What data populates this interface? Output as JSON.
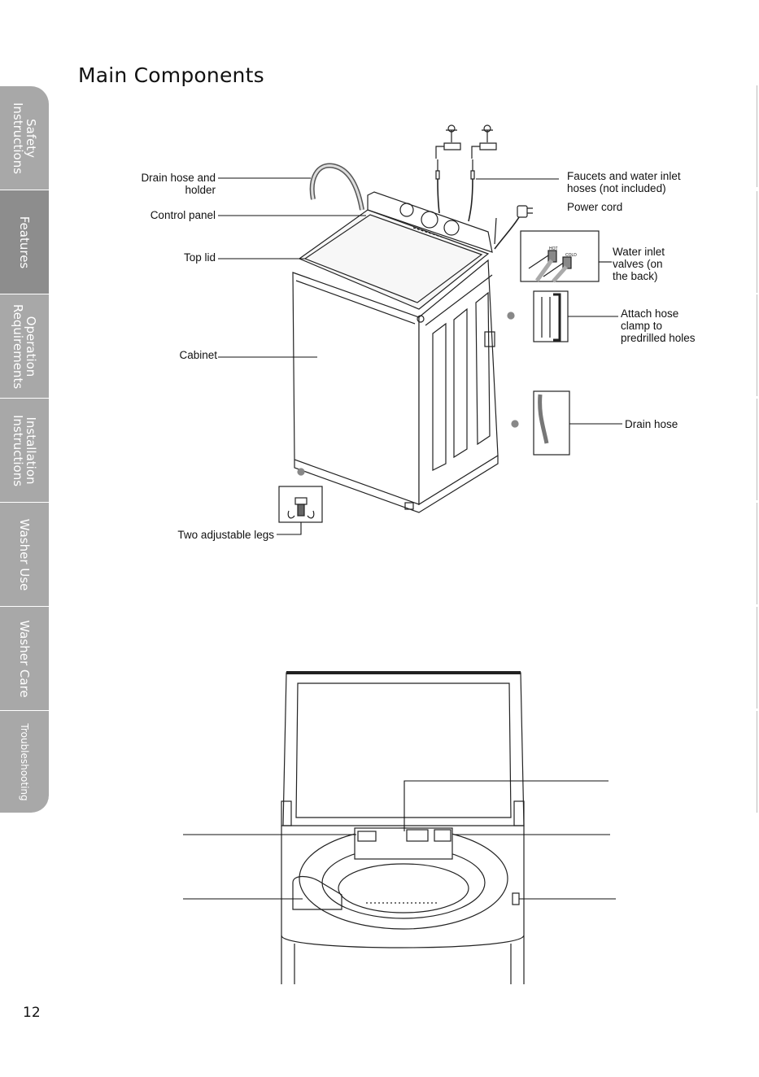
{
  "page": {
    "title": "Main Components",
    "page_number": "12"
  },
  "sidebar": {
    "tabs": [
      {
        "label": "Safety\nInstructions",
        "active": false
      },
      {
        "label": "Features",
        "active": true
      },
      {
        "label": "Operation\nRequirements",
        "active": false
      },
      {
        "label": "Installation\nInstructions",
        "active": false
      },
      {
        "label": "Washer Use",
        "active": false
      },
      {
        "label": "Washer Care",
        "active": false
      },
      {
        "label": "Troubleshooting",
        "active": false
      }
    ],
    "tab_color": "#a8a8a8",
    "active_tab_color": "#8d8d8d"
  },
  "diagram1": {
    "labels": {
      "drain_hose_holder": "Drain hose and\nholder",
      "control_panel": "Control panel",
      "top_lid": "Top lid",
      "cabinet": "Cabinet",
      "adjustable_legs": "Two adjustable legs",
      "faucets": "Faucets and water inlet\nhoses (not included)",
      "power_cord": "Power cord",
      "inlet_valves": "Water inlet\nvalves (on\nthe back)",
      "hose_clamp": "Attach hose\nclamp to\npredrilled holes",
      "drain_hose": "Drain hose"
    },
    "valve_tags": {
      "hot": "HOT",
      "cold": "COLD"
    }
  }
}
